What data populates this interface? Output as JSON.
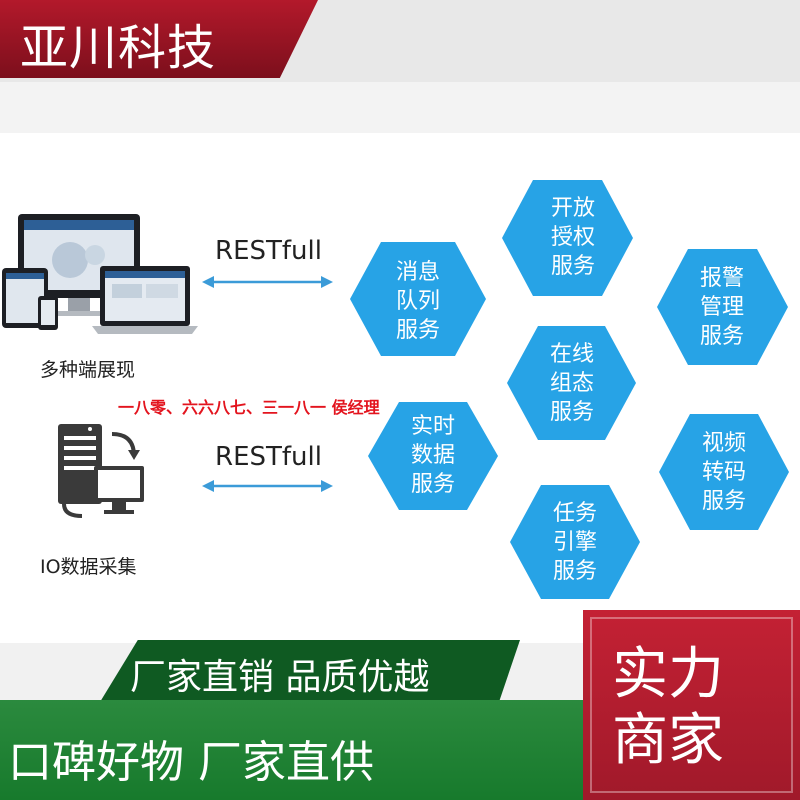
{
  "brand": {
    "title": "亚川科技"
  },
  "left": {
    "display_caption": "多种端展现",
    "io_caption": "IO数据采集",
    "rest_top": "RESTfull",
    "rest_bottom": "RESTfull"
  },
  "contact": "一八零、六六八七、三一八一 侯经理",
  "services": [
    {
      "lines": [
        "开放",
        "授权",
        "服务"
      ]
    },
    {
      "lines": [
        "消息",
        "队列",
        "服务"
      ]
    },
    {
      "lines": [
        "报警",
        "管理",
        "服务"
      ]
    },
    {
      "lines": [
        "在线",
        "组态",
        "服务"
      ]
    },
    {
      "lines": [
        "实时",
        "数据",
        "服务"
      ]
    },
    {
      "lines": [
        "视频",
        "转码",
        "服务"
      ]
    },
    {
      "lines": [
        "任务",
        "引擎",
        "服务"
      ]
    }
  ],
  "banners": {
    "green_tab": "厂家直销  品质优越",
    "green_bar": "口碑好物  厂家直供",
    "red_line1": "实力",
    "red_line2": "商家"
  },
  "colors": {
    "hex": "#27a3e6",
    "arrow": "#3b9bd8",
    "red": "#b3192b",
    "green": "#1f7f34"
  }
}
